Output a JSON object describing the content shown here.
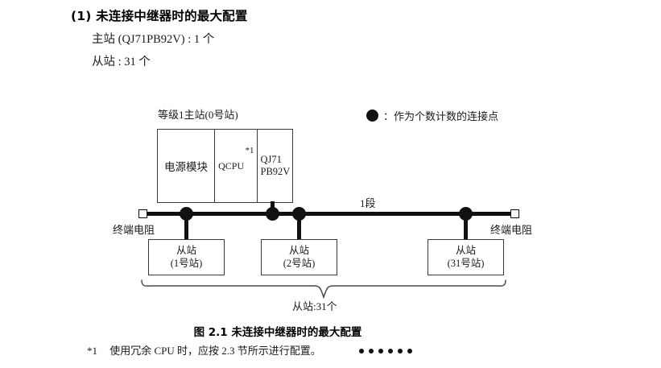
{
  "heading": {
    "number": "(1)",
    "title": "未连接中继器时的最大配置",
    "specs": [
      "主站 (QJ71PB92V) : 1 个",
      "从站 : 31 个"
    ]
  },
  "legend": {
    "symbol": "filled-circle",
    "text": "：作为个数计数的连接点"
  },
  "diagram": {
    "master": {
      "label": "等级1主站(0号站)",
      "cells": {
        "power": "电源模块",
        "cpu": "QCPU",
        "cpu_footnote": "*1",
        "module_line1": "QJ71",
        "module_line2": "PB92V"
      }
    },
    "bus": {
      "segment_label": "1段",
      "terminator_left": "终端电阻",
      "terminator_right": "终端电阻"
    },
    "slaves": [
      {
        "name": "从站",
        "station": "(1号站)"
      },
      {
        "name": "从站",
        "station": "(2号站)"
      },
      {
        "name": "从站",
        "station": "(31号站)"
      }
    ],
    "ellipsis_dots": 6,
    "brace_label": "从站:31个"
  },
  "figure": {
    "caption": "图 2.1  未连接中继器时的最大配置"
  },
  "footnote": {
    "marker": "*1",
    "text": "使用冗余 CPU 时，应按 2.3 节所示进行配置。"
  },
  "colors": {
    "ink": "#111111",
    "box_border": "#3a3a3a",
    "text": "#1a1a1a",
    "background": "#ffffff"
  }
}
